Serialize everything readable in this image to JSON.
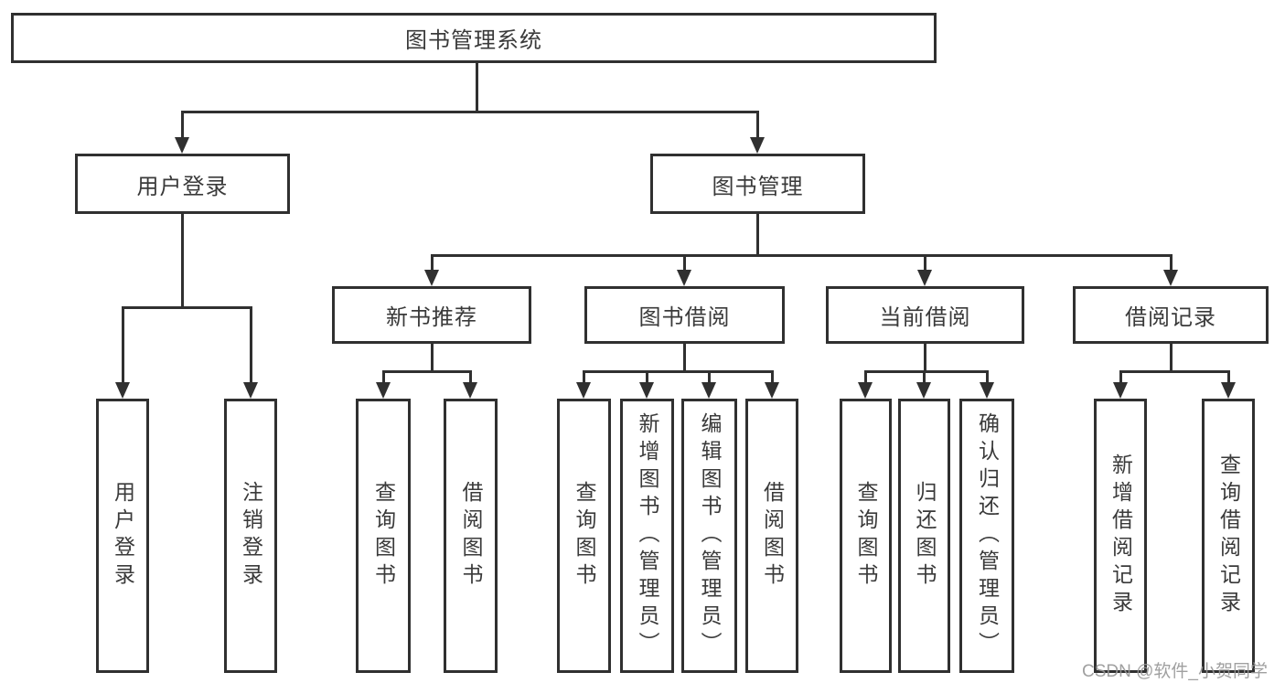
{
  "diagram": {
    "colors": {
      "line": "#303030",
      "box_border": "#303030",
      "text": "#3a3a3a",
      "watermark_text": "#969696",
      "background": "#ffffff"
    },
    "root": {
      "label": "图书管理系统"
    },
    "level1": {
      "login": {
        "label": "用户登录"
      },
      "manage": {
        "label": "图书管理"
      }
    },
    "level2": {
      "recommend": {
        "label": "新书推荐"
      },
      "borrow": {
        "label": "图书借阅"
      },
      "current": {
        "label": "当前借阅"
      },
      "records": {
        "label": "借阅记录"
      }
    },
    "leaves": {
      "login": [
        "用户登录",
        "注销登录"
      ],
      "recommend": [
        "查询图书",
        "借阅图书"
      ],
      "borrow": [
        "查询图书",
        "新增图书（管理员）",
        "编辑图书（管理员）",
        "借阅图书"
      ],
      "current": [
        "查询图书",
        "归还图书",
        "确认归还（管理员）"
      ],
      "records": [
        "新增借阅记录",
        "查询借阅记录"
      ]
    }
  },
  "watermark": {
    "text": "CSDN @软件_小贺同学"
  }
}
